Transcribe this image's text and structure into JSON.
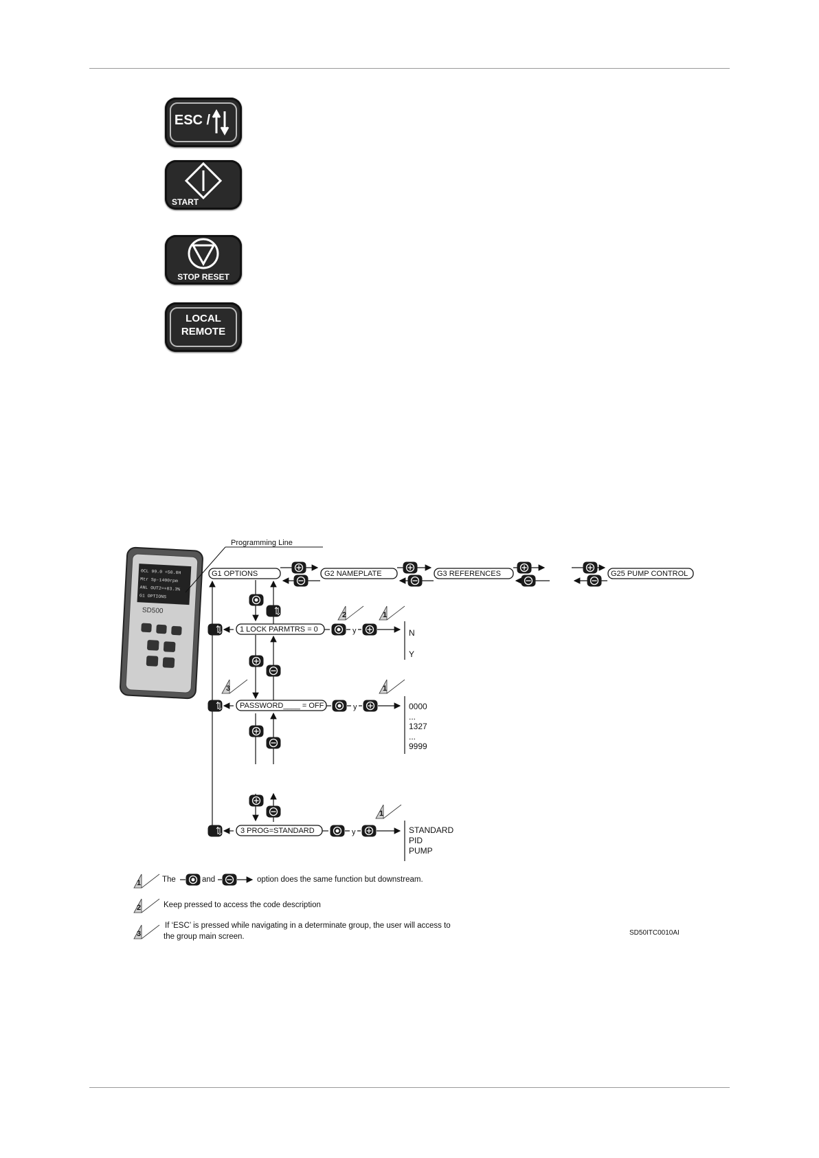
{
  "keys": {
    "esc": {
      "label": "ESC /",
      "icon": "up-down-arrows-icon"
    },
    "start": {
      "label": "START",
      "icon": "start-diamond-icon"
    },
    "stop": {
      "label": "STOP RESET",
      "icon": "stop-triangle-icon"
    },
    "local": {
      "line1": "LOCAL",
      "line2": "REMOTE"
    }
  },
  "diagram": {
    "programming_line": "Programming Line",
    "groups": [
      "G1 OPTIONS",
      "G2 NAMEPLATE",
      "G3 REFERENCES",
      "G25 PUMP CONTROL"
    ],
    "params": [
      {
        "label": "1 LOCK PARMTRS = 0",
        "values": [
          "N",
          "Y"
        ]
      },
      {
        "label": "PASSWORD____ = OFF",
        "values": [
          "0000",
          "...",
          "1327",
          "...",
          "9999"
        ]
      },
      {
        "label": "3 PROG=STANDARD",
        "values": [
          "STANDARD",
          "PID",
          "PUMP"
        ]
      }
    ],
    "connector": "y",
    "esc_label": "ESC",
    "note_numbers": [
      "1",
      "2",
      "3"
    ],
    "device": {
      "name": "SD500",
      "screen_lines": [
        "0CL 99.0 +50.0H",
        "Mtr Sp-1400rpm",
        "ANL OUT2=+03.3%",
        "G1 OPTIONS"
      ]
    }
  },
  "legend": [
    {
      "num": "1",
      "text_before": "The",
      "text_mid": "and",
      "text_after": "option does the same function but downstream."
    },
    {
      "num": "2",
      "text": "Keep pressed to access the code description"
    },
    {
      "num": "3",
      "line1": "If ‘ESC’ is pressed while navigating in a determinate group, the user will access to",
      "line2": "the group main screen."
    }
  ],
  "figure_code": "SD50ITC0010AI"
}
